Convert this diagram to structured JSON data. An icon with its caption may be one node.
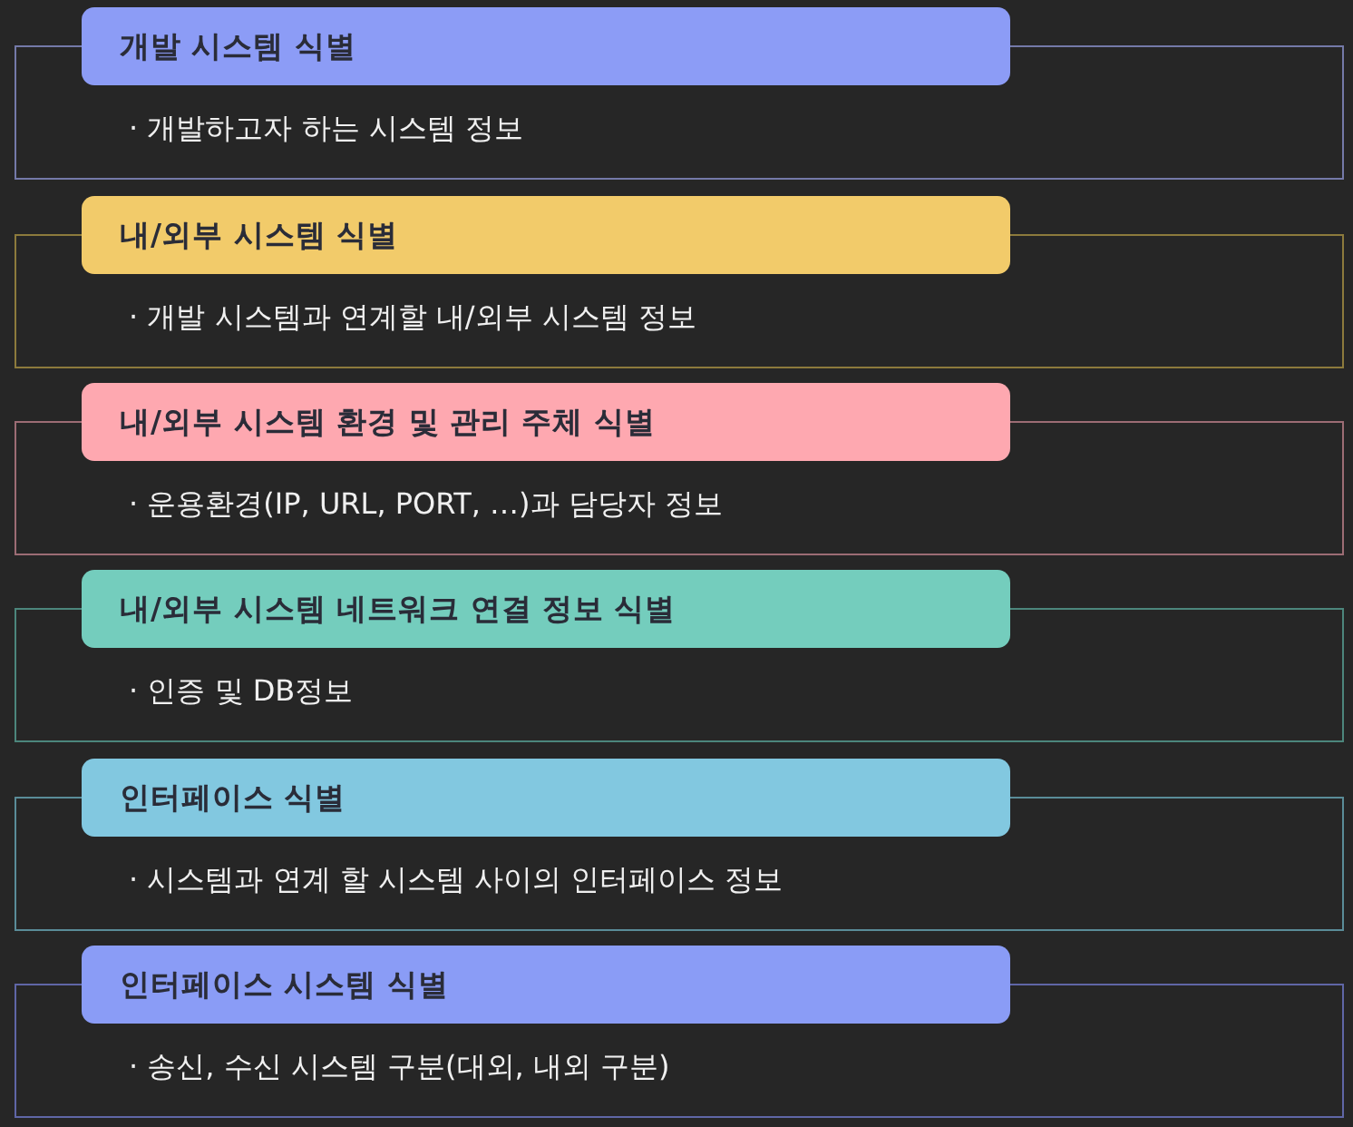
{
  "diagram": {
    "nodes": [
      {
        "text": [
          "개발 시스템 식별"
        ]
      },
      {
        "text": [
          "· 개발하고자 하는 시스템 정보"
        ]
      },
      {
        "text": [
          "내/외부 시스템 식별"
        ]
      },
      {
        "text": [
          "· 개발 시스템과 연계할 내/외부 시스템 정보"
        ]
      },
      {
        "text": [
          "내/외부 시스템 환경 및 관리 주체 식별"
        ]
      },
      {
        "text": [
          "· 운용환경(IP, URL, PORT, …)과 담당자 정보"
        ]
      },
      {
        "text": [
          "내/외부 시스템 네트워크 연결 정보 식별"
        ]
      },
      {
        "text": [
          "· 인증 및 DB정보"
        ]
      },
      {
        "text": [
          "인터페이스 식별"
        ]
      },
      {
        "text": [
          "· 시스템과 연계 할 시스템 사이의 인터페이스 정보"
        ]
      },
      {
        "text": [
          "인터페이스 시스템 식별"
        ]
      },
      {
        "text": [
          "· 송신, 수신 시스템 구분(대외, 내외 구분)"
        ]
      }
    ]
  }
}
